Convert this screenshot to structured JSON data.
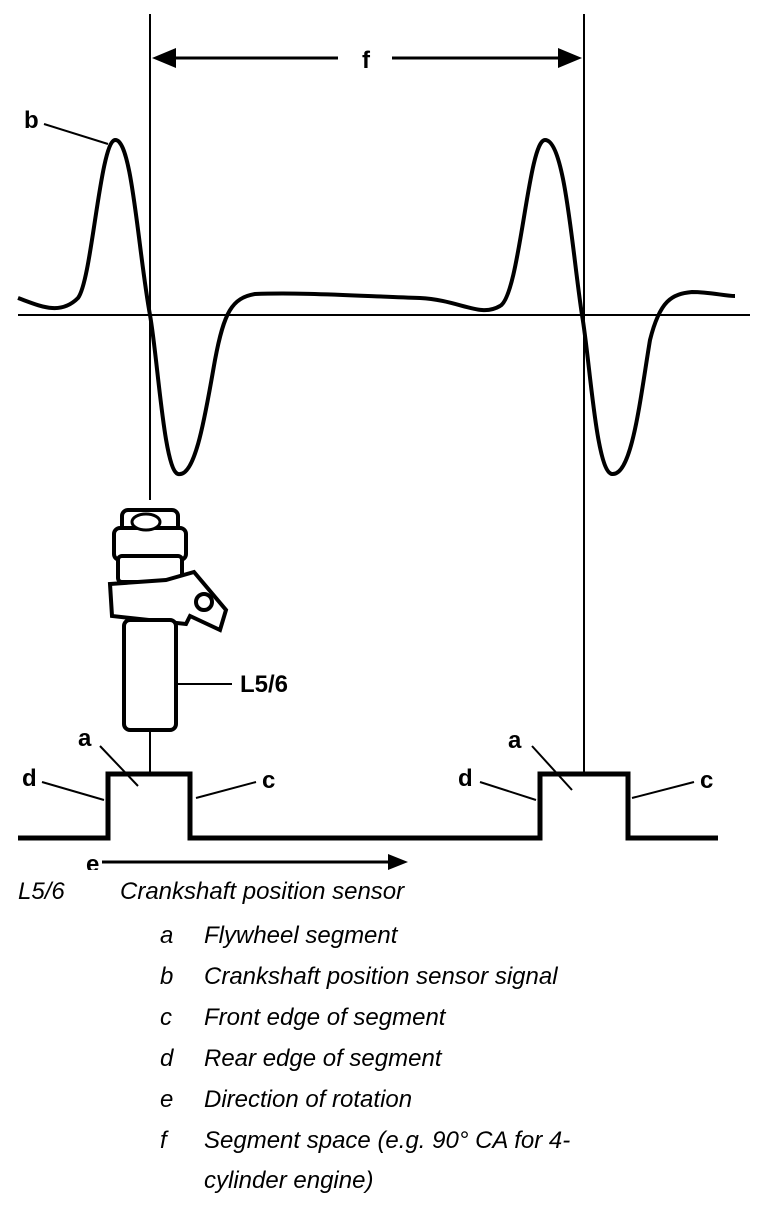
{
  "diagram": {
    "labels": {
      "f": "f",
      "b": "b",
      "sensor": "L5/6",
      "a_left": "a",
      "a_right": "a",
      "d_left": "d",
      "d_right": "d",
      "c_left": "c",
      "c_right": "c",
      "e": "e"
    }
  },
  "legend": {
    "code": "L5/6",
    "title": "Crankshaft position sensor",
    "items": [
      {
        "letter": "a",
        "text": "Flywheel segment"
      },
      {
        "letter": "b",
        "text": "Crankshaft position sensor signal"
      },
      {
        "letter": "c",
        "text": "Front edge of segment"
      },
      {
        "letter": "d",
        "text": "Rear edge of segment"
      },
      {
        "letter": "e",
        "text": "Direction of rotation"
      },
      {
        "letter": "f",
        "text": "Segment space (e.g. 90° CA for 4-cylinder engine)"
      }
    ]
  }
}
